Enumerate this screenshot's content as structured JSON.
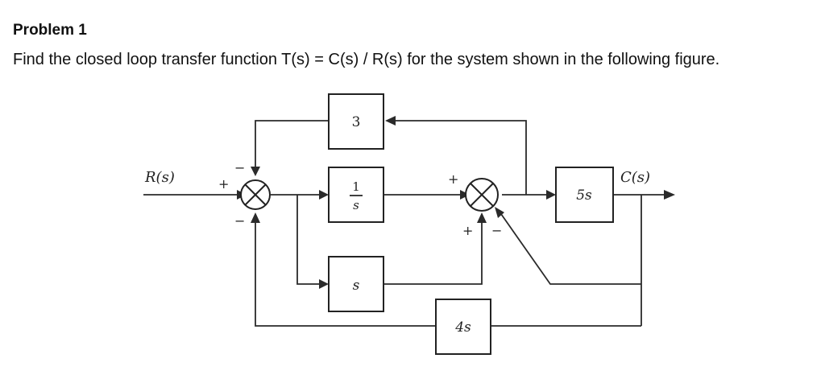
{
  "problem": {
    "title": "Problem 1",
    "statement": "Find the closed loop transfer function T(s) = C(s) / R(s) for the system shown in the following figure."
  },
  "diagram": {
    "input_label": "R(s)",
    "output_label": "C(s)",
    "blocks": {
      "gain_3": "3",
      "integrator_num": "1",
      "integrator_den": "s",
      "derivative": "s",
      "forward_5s": "5s",
      "feedback_4s": "4s"
    },
    "summing_junction_1_signs": {
      "left": "+",
      "top": "−",
      "bottom": "−"
    },
    "summing_junction_2_signs": {
      "top": "+",
      "bottom_left": "+",
      "bottom_right": "−"
    }
  }
}
